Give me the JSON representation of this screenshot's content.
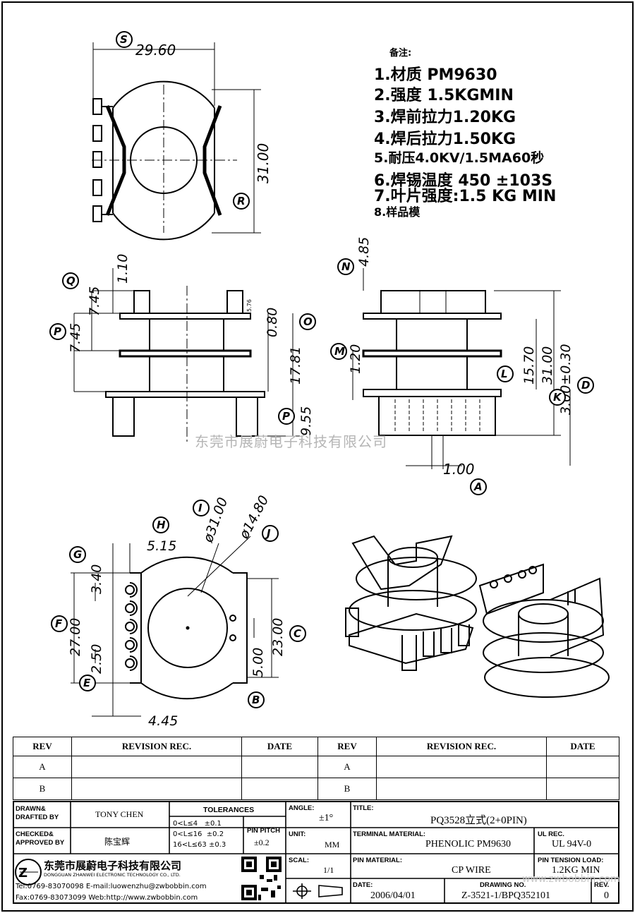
{
  "notes": {
    "heading": "备注:",
    "items": [
      "1.材质 PM9630",
      "2.强度 1.5KGMIN",
      "3.焊前拉力1.20KG",
      "4.焊后拉力1.50KG",
      "5.耐压4.0KV/1.5MA60秒",
      "6.焊锡温度 450 ±103S",
      "7.叶片强度:1.5 KG MIN",
      "8.样品模"
    ]
  },
  "dimensions": {
    "top_width": "29.60",
    "top_height": "31.00",
    "side_110": "1.10",
    "side_745a": "7.45",
    "side_745b": "7.45",
    "side_080": "0.80",
    "side_1781": "17.81",
    "side_955": "9.55",
    "side_576": "5.76",
    "front_485": "4.85",
    "front_120": "1.20",
    "front_1570": "15.70",
    "front_3100": "31.00",
    "front_300": "3.00±0.30",
    "front_100": "1.00",
    "bot_515": "5.15",
    "bot_d31": "ø31.00",
    "bot_d148": "ø14.80",
    "bot_340": "3.40",
    "bot_2700": "27.00",
    "bot_250": "2.50",
    "bot_445": "4.45",
    "bot_500": "5.00",
    "bot_2300": "23.00"
  },
  "balloons": [
    "S",
    "R",
    "Q",
    "P",
    "O",
    "P",
    "N",
    "M",
    "L",
    "K",
    "D",
    "A",
    "I",
    "J",
    "H",
    "G",
    "F",
    "E",
    "B",
    "C"
  ],
  "watermark": "东莞市展蔚电子科技有限公司",
  "revision_table": {
    "headers": [
      "REV",
      "REVISION REC.",
      "DATE",
      "REV",
      "REVISION REC.",
      "DATE"
    ],
    "rows": [
      [
        "A",
        "",
        "",
        "A",
        "",
        ""
      ],
      [
        "B",
        "",
        "",
        "B",
        "",
        ""
      ]
    ]
  },
  "title_block": {
    "drawn_label": "DRAWN&\nDRAFTED BY",
    "drawn_value": "TONY CHEN",
    "checked_label": "CHECKED&\nAPPROVED BY",
    "checked_value": "陈宝辉",
    "tolerances_label": "TOLERANCES",
    "tol_rows": [
      "0<L≤4   ±0.1",
      "0<L≤16  ±0.2",
      "16<L≤63 ±0.3"
    ],
    "pin_pitch_label": "PIN PITCH",
    "pin_pitch_value": "±0.2",
    "angle_label": "ANGLE:",
    "angle_value": "±1°",
    "unit_label": "UNIT:",
    "unit_value": "MM",
    "scale_label": "SCAL:",
    "scale_value": "1/1",
    "title_label": "TITLE:",
    "title_value": "PQ3528立式(2+0PIN)",
    "terminal_label": "TERMINAL MATERIAL:",
    "terminal_value": "PHENOLIC PM9630",
    "ul_label": "UL REC.",
    "ul_value": "UL 94V-0",
    "pin_mat_label": "PIN MATERIAL:",
    "pin_mat_value": "CP WIRE",
    "tension_label": "PIN TENSION LOAD:",
    "tension_value": "1.2KG MIN",
    "date_label": "DATE:",
    "date_value": "2006/04/01",
    "drawing_label": "DRAWING NO.",
    "drawing_value": "Z-3521-1/BPQ352101",
    "rev_label": "REV.",
    "rev_value": "0",
    "company_cn": "东莞市展蔚电子科技有限公司",
    "company_en": "DONGGUAN ZHANWEI ELECTRONIC TECHNOLOGY CO., LTD.",
    "tel": "Tel:0769-83070098 E-mail:luowenzhu@zwbobbin.com",
    "fax": "Fax:0769-83073099   Web:http://www.zwbobbin.com",
    "stamp": "www.zwbobbin.com"
  }
}
